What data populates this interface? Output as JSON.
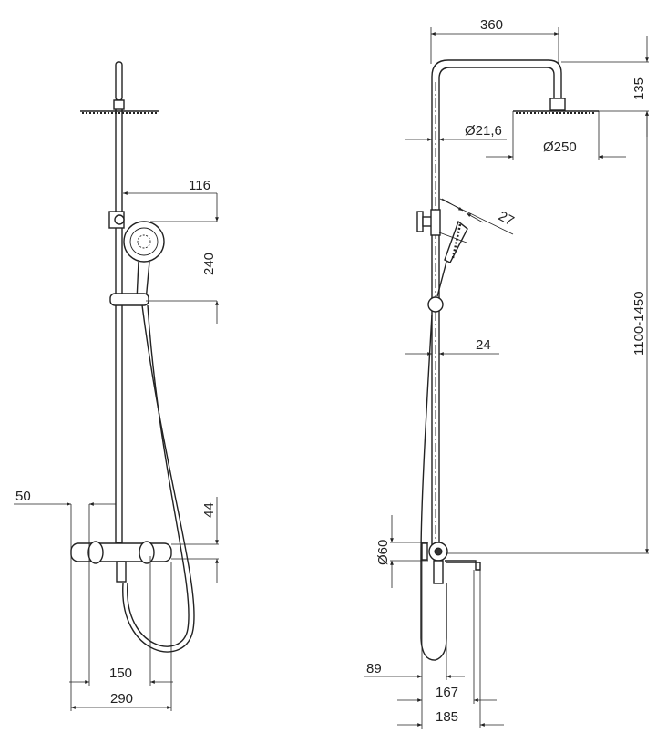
{
  "left_view": {
    "dims": {
      "d116": "116",
      "d240": "240",
      "d50": "50",
      "d44": "44",
      "d150": "150",
      "d290": "290"
    }
  },
  "right_view": {
    "dims": {
      "d360": "360",
      "d135": "135",
      "d21_6": "Ø21,6",
      "d250": "Ø250",
      "d27": "27",
      "d24": "24",
      "d1100_1450": "1100-1450",
      "d60": "Ø60",
      "d89": "89",
      "d167": "167",
      "d185": "185"
    }
  },
  "colors": {
    "line": "#222222",
    "background": "#ffffff"
  }
}
